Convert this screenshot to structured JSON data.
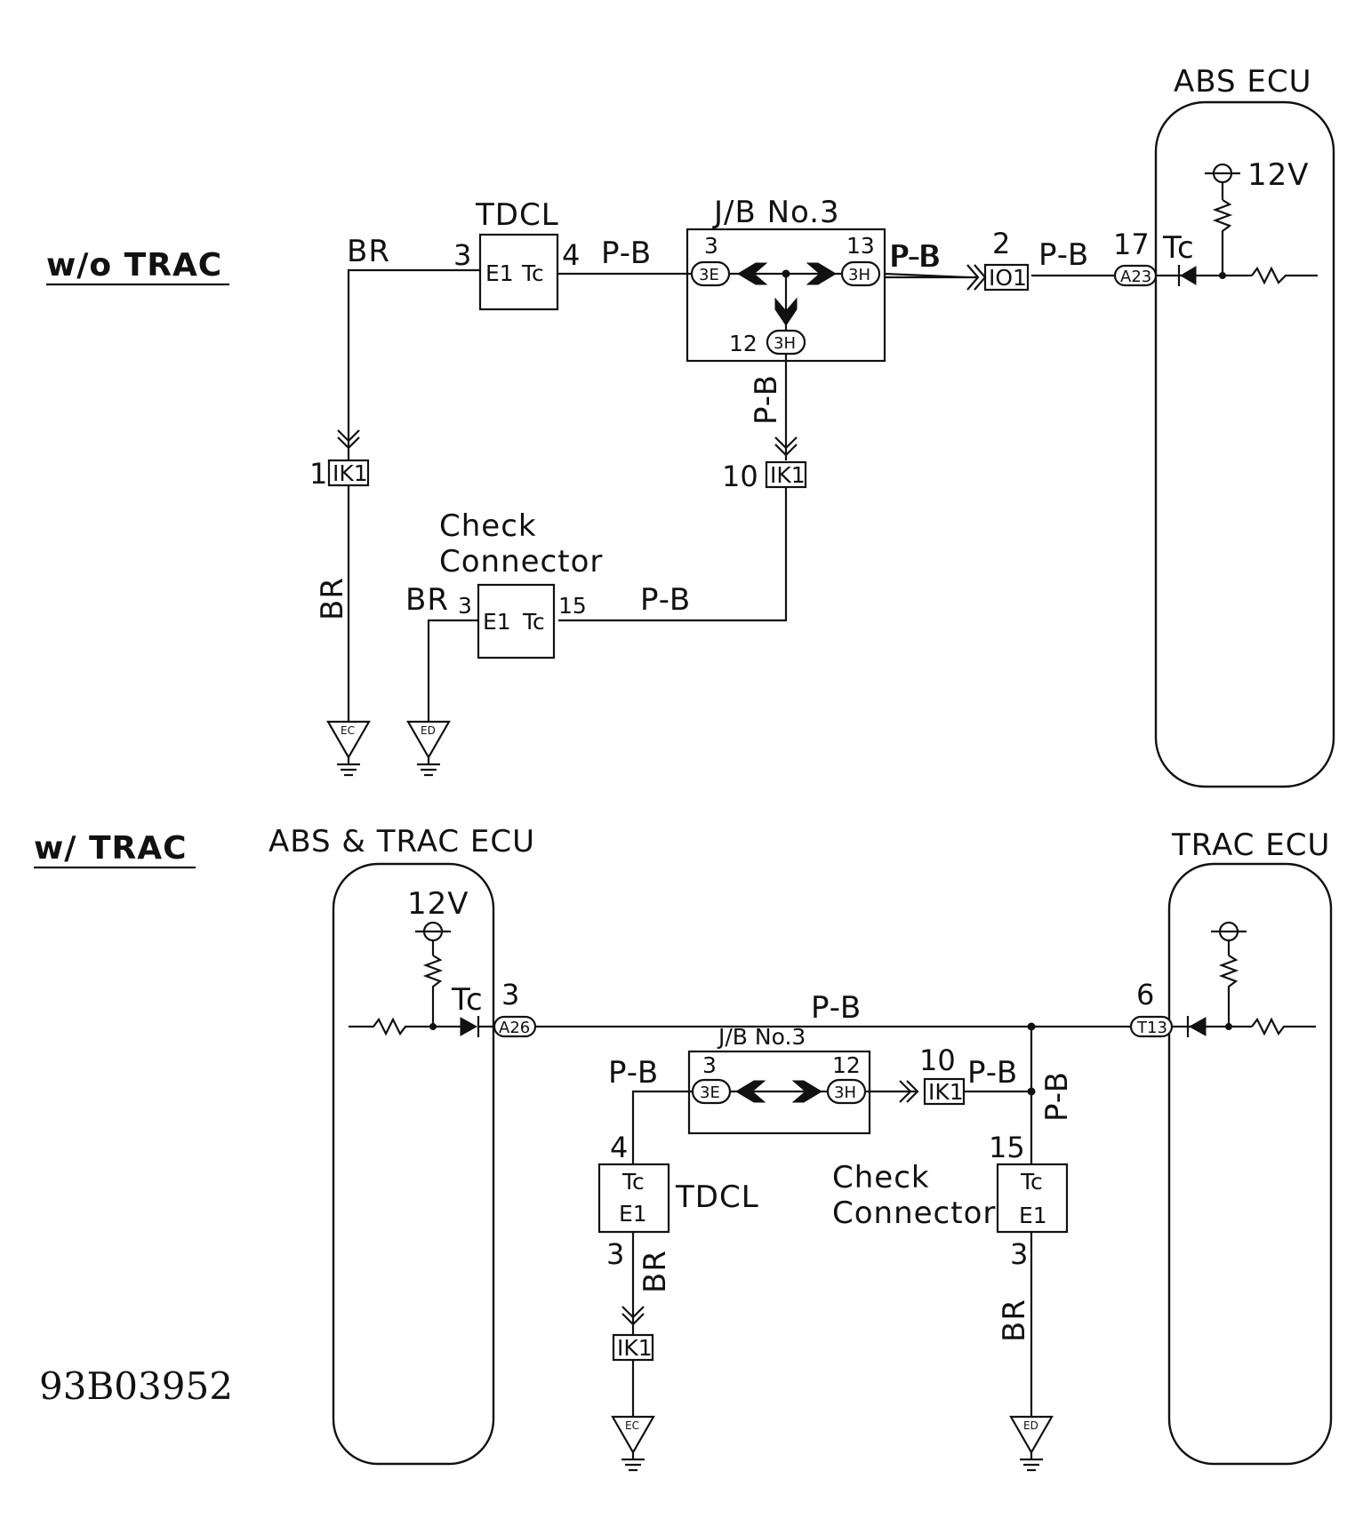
{
  "figure_id": "93B03952",
  "top": {
    "section_label": "w/o TRAC",
    "ecu_title": "ABS ECU",
    "ecu_voltage": "12V",
    "ecu_terminal": "Tc",
    "ecu_connector": "A23",
    "ecu_pin": "17",
    "junction_block": {
      "title": "J/B No.3",
      "pin_left": "3",
      "conn_left": "3E",
      "pin_right": "13",
      "conn_right": "3H",
      "pin_bottom": "12",
      "conn_bottom": "3H"
    },
    "tdcl": {
      "title": "TDCL",
      "pin_e1": "3",
      "pin_tc": "4",
      "term_e1": "E1",
      "term_tc": "Tc"
    },
    "check_connector": {
      "title_line1": "Check",
      "title_line2": "Connector",
      "pin_e1": "3",
      "pin_tc": "15",
      "term_e1": "E1",
      "term_tc": "Tc"
    },
    "io1": {
      "pin": "2",
      "connector": "IO1"
    },
    "ik1_left": {
      "pin": "1",
      "connector": "IK1"
    },
    "ik1_right": {
      "pin": "10",
      "connector": "IK1"
    },
    "ground_left": "EC",
    "ground_right": "ED",
    "wires": {
      "br": "BR",
      "pb": "P-B"
    }
  },
  "bottom": {
    "section_label": "w/ TRAC",
    "abs_trac_ecu": {
      "title": "ABS & TRAC ECU",
      "voltage": "12V",
      "terminal": "Tc",
      "pin": "3",
      "connector": "A26"
    },
    "trac_ecu": {
      "title": "TRAC ECU",
      "pin": "6",
      "connector": "T13"
    },
    "junction_block": {
      "title": "J/B No.3",
      "pin_left": "3",
      "conn_left": "3E",
      "pin_right": "12",
      "conn_right": "3H"
    },
    "ik1_mid": {
      "pin": "10",
      "connector": "IK1"
    },
    "ik1_low": {
      "connector": "IK1"
    },
    "tdcl": {
      "title": "TDCL",
      "pin_tc": "4",
      "pin_e1": "3",
      "term_tc": "Tc",
      "term_e1": "E1"
    },
    "check_connector": {
      "title_line1": "Check",
      "title_line2": "Connector",
      "pin_tc": "15",
      "pin_e1": "3",
      "term_tc": "Tc",
      "term_e1": "E1"
    },
    "ground_left": "EC",
    "ground_right": "ED",
    "wires": {
      "br": "BR",
      "pb": "P-B"
    }
  }
}
